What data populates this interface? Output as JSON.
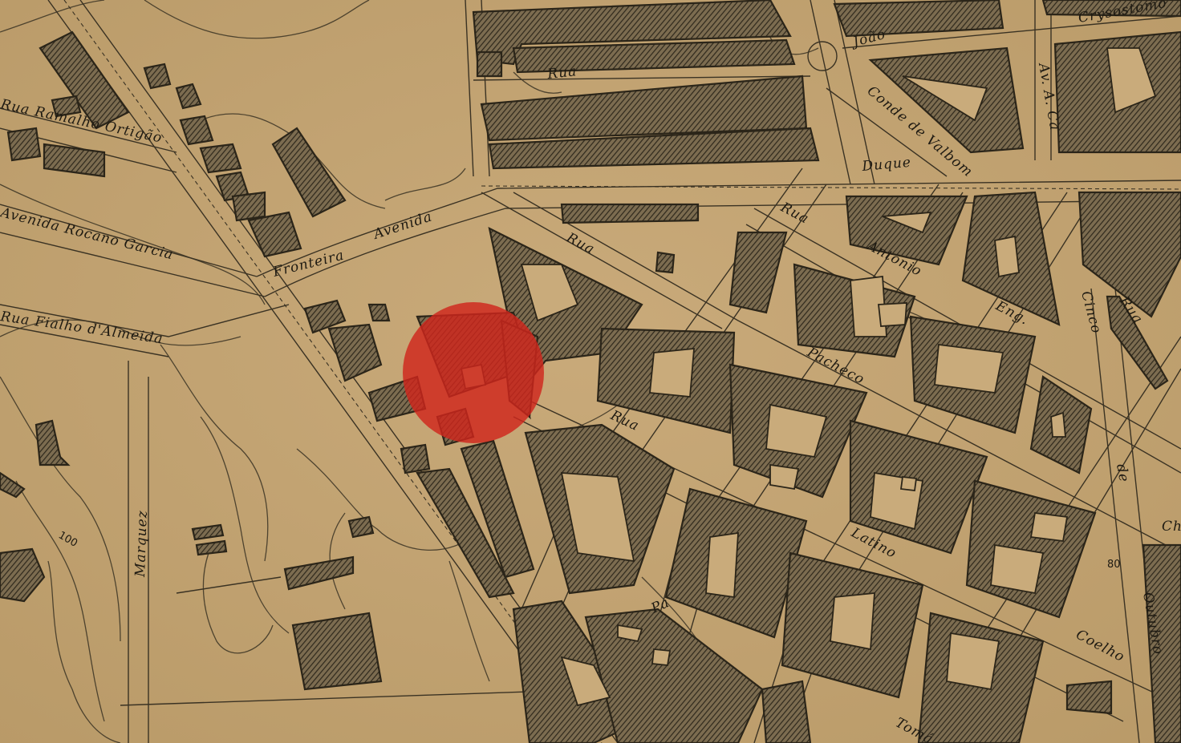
{
  "map": {
    "labels": {
      "rua_top": "Rua",
      "chrysostomo": "Crysostomo",
      "joao": "João",
      "conde_valbom": "Conde de Valbom",
      "avenida_right": "Av. A. Ca",
      "duque": "Duque",
      "ramalho_ortigao": "Rua Ramalho Ortigão",
      "avenida_rocano": "Avenida Rocano Garcia",
      "fronteira": "Fronteira",
      "avenida_mid": "Avenida",
      "rua_mid1": "Rua",
      "rua_mid2": "Rua",
      "antonio": "Antonio",
      "eng": "Eng.",
      "cinco": "Cinco",
      "rua_right": "Rua",
      "fialho": "Rua Fialho d'Almeida",
      "pacheco": "Pacheco",
      "rua_lower": "Rua",
      "marquez": "Marquez",
      "latino": "Latino",
      "de": "de",
      "outubro": "Outubro",
      "coelho": "Coelho",
      "pa": "Pa",
      "tomaz": "Tomá",
      "elev_100": "100",
      "elev_80": "80",
      "ch": "Ch"
    },
    "marker": {
      "color": "#d0261c"
    },
    "paper_color": "#c4a575",
    "ink_color": "#2b2519"
  }
}
